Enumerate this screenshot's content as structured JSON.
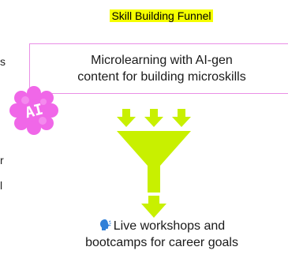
{
  "title": "Skill Building Funnel",
  "left_fragments": [
    "s",
    "r",
    "l"
  ],
  "top_box": {
    "line1": "Microlearning with AI-gen",
    "line2": "content for building microskills"
  },
  "ai_badge": {
    "label": "AI",
    "icon": "ai-brain-icon",
    "color": "#f067e8"
  },
  "bottom": {
    "icon": "speaking-head-icon",
    "line1": "Live workshops and",
    "line2": "bootcamps for career goals"
  },
  "colors": {
    "accent": "#c8f000",
    "highlight": "#f5ff00",
    "box_border": "#e98fe6"
  }
}
